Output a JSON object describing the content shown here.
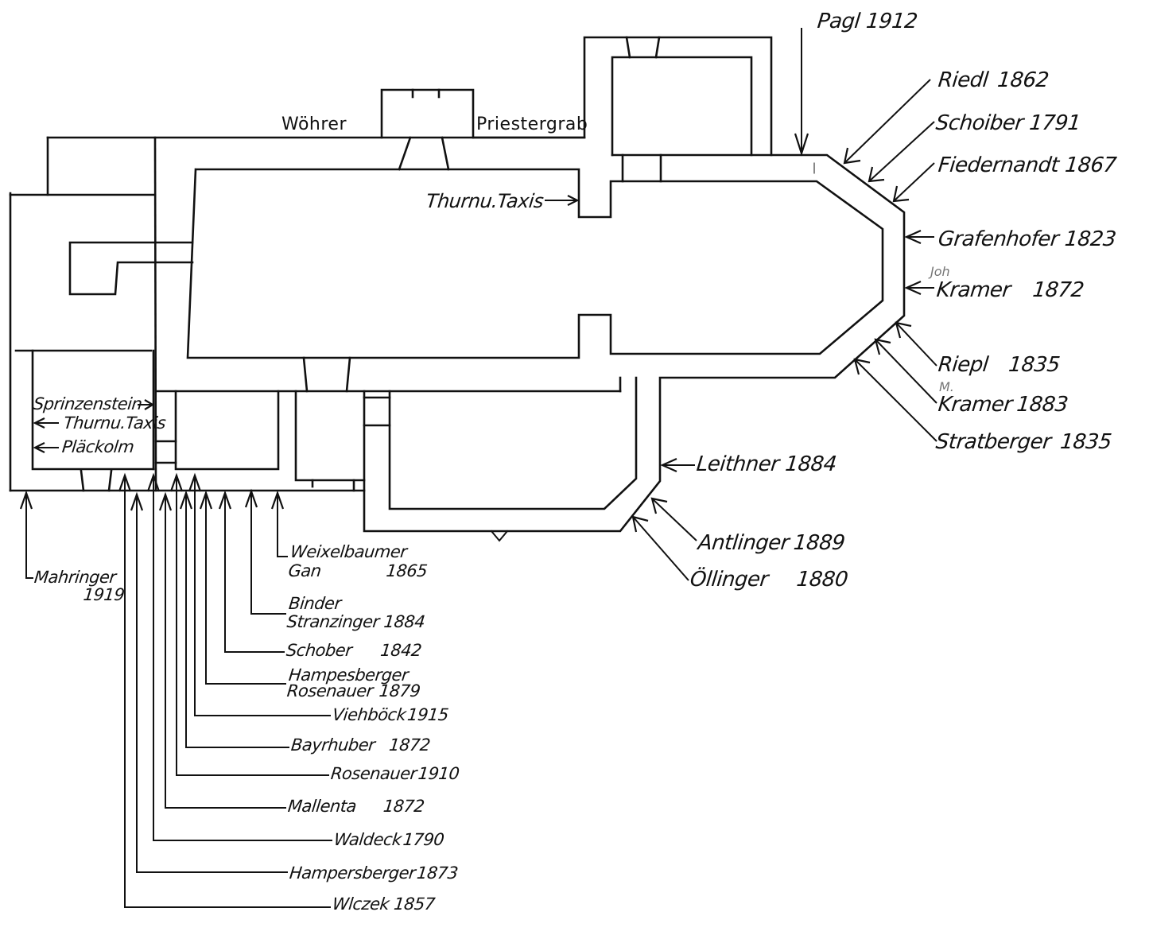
{
  "plan": {
    "room_labels": {
      "woehrer": "Wöhrer",
      "priestergrab": "Priestergrab",
      "thurn_taxis_nave": "Thurnu.Taxis",
      "sprinzenstein": "Sprinzenstein",
      "thurn_taxis_west": "Thurnu.Taxis",
      "plaeckolm": "Pläckolm"
    },
    "north_east_graves": [
      {
        "name": "Pagl",
        "year": "1912"
      },
      {
        "name": "Riedl",
        "year": "1862"
      },
      {
        "name": "Schoiber",
        "year": "1791"
      },
      {
        "name": "Fiedernandt",
        "year": "1867"
      },
      {
        "name": "Grafenhofer",
        "year": "1823"
      },
      {
        "name": "Kramer",
        "year": "1872",
        "annotation": "Joh"
      },
      {
        "name": "Riepl",
        "year": "1835"
      },
      {
        "name": "Kramer",
        "year": "1883",
        "annotation": "M."
      },
      {
        "name": "Stratberger",
        "year": "1835"
      }
    ],
    "south_graves": [
      {
        "name": "Leithner",
        "year": "1884"
      },
      {
        "name": "Antlinger",
        "year": "1889"
      },
      {
        "name": "Öllinger",
        "year": "1880"
      }
    ],
    "west_graves": [
      {
        "name": "Mahringer",
        "year": "1919"
      },
      {
        "name": "Weixelbaumer",
        "line2": "Gan",
        "year": "1865"
      },
      {
        "name": "Binder",
        "line2": "Stranzinger",
        "year": "1884"
      },
      {
        "name": "Schober",
        "year": "1842"
      },
      {
        "name": "Hampesberger",
        "line2": "Rosenauer",
        "year": "1879"
      },
      {
        "name": "Viehböck",
        "year": "1915"
      },
      {
        "name": "Bayrhuber",
        "year": "1872"
      },
      {
        "name": "Rosenauer",
        "year": "1910"
      },
      {
        "name": "Mallenta",
        "year": "1872"
      },
      {
        "name": "Waldeck",
        "year": "1790"
      },
      {
        "name": "Hampersberger",
        "year": "1873"
      },
      {
        "name": "Wlczek",
        "year": "1857"
      }
    ]
  }
}
